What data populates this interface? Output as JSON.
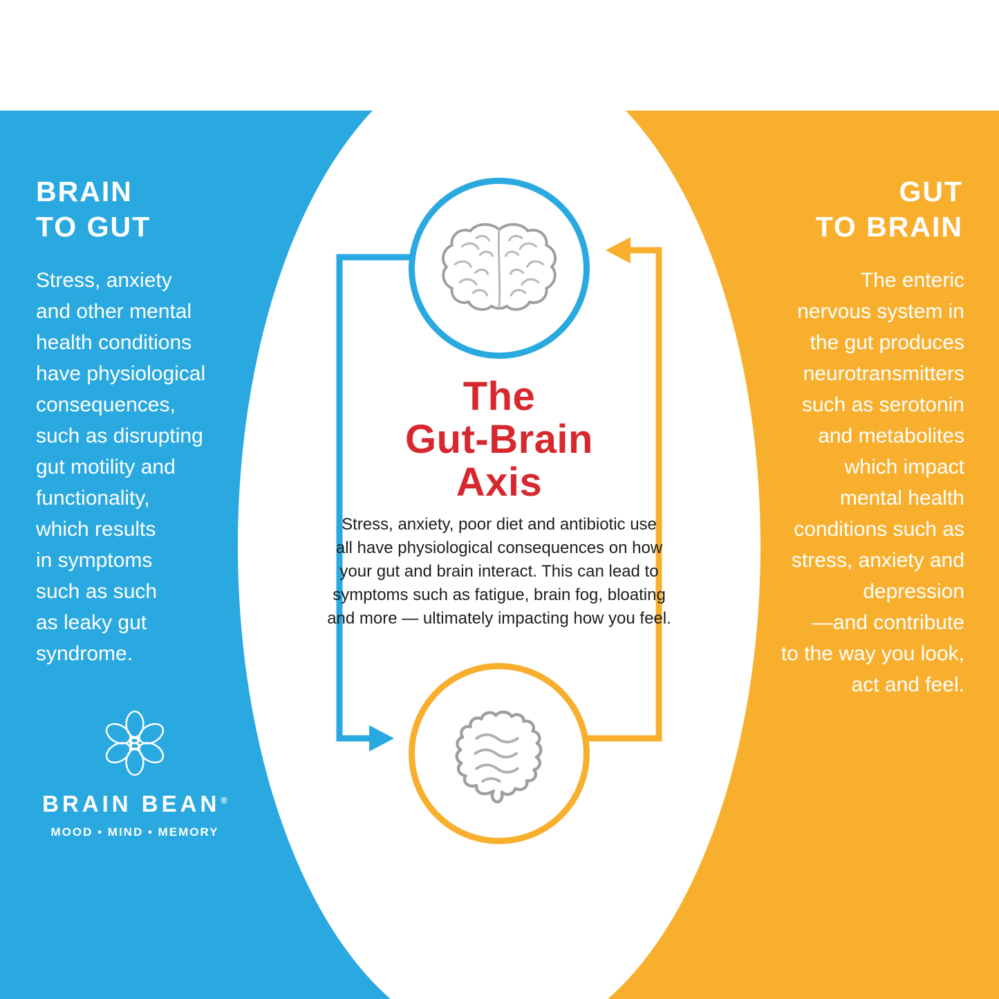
{
  "colors": {
    "blue": "#2AA9E0",
    "yellow": "#F8AF2E",
    "red": "#D7282F",
    "icon_gray": "#9E9E9E",
    "body_text": "#1D1D1B",
    "white": "#FFFFFF"
  },
  "left_panel": {
    "heading": "BRAIN\nTO GUT",
    "body": "Stress, anxiety\nand other mental\nhealth conditions\nhave physiological\nconsequences,\nsuch as disrupting\ngut motility and\nfunctionality,\nwhich results\nin symptoms\nsuch as such\nas leaky gut\nsyndrome.",
    "logo": {
      "letter": "B",
      "brand": "BRAIN BEAN",
      "mark": "®",
      "tagline": "MOOD • MIND • MEMORY"
    }
  },
  "right_panel": {
    "heading": "GUT\nTO BRAIN",
    "body": "The enteric\nnervous system in\nthe gut produces\nneurotransmitters\nsuch as serotonin\nand metabolites\nwhich impact\nmental health\nconditions such as\nstress, anxiety and\ndepression\n—and contribute\nto the way you look,\nact and feel."
  },
  "center": {
    "title": "The\nGut-Brain\nAxis",
    "description": "Stress, anxiety, poor diet and antibiotic use\nall have physiological consequences on how\nyour gut and brain interact. This can lead to\nsymptoms such as fatigue, brain fog, bloating\nand more — ultimately impacting how you feel.",
    "icons": {
      "top": "brain-icon",
      "bottom": "gut-icon"
    }
  }
}
